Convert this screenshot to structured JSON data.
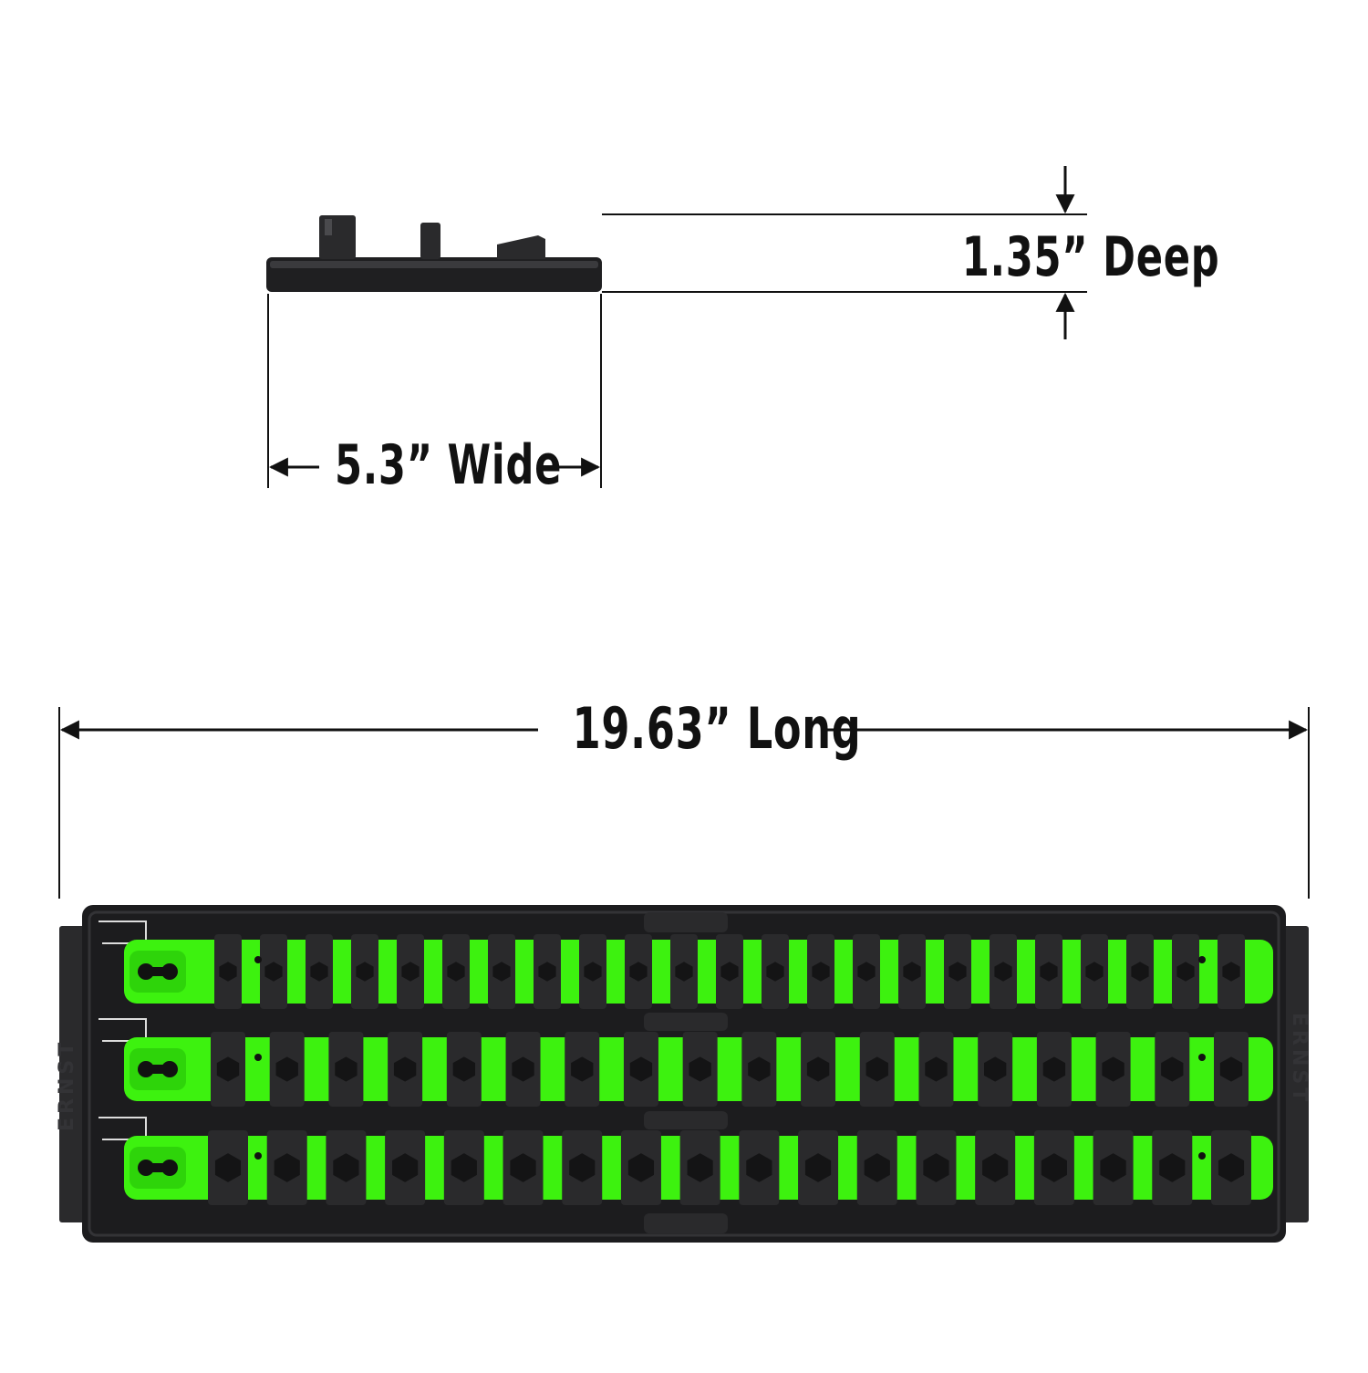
{
  "dimensions": {
    "depth": {
      "label": "1.35” Deep"
    },
    "width": {
      "label": "5.3” Wide"
    },
    "length": {
      "label": "19.63” Long"
    }
  },
  "product": {
    "brand_marking": "ERNST",
    "rail_count": 3,
    "colors": {
      "rail": "#3df20f",
      "tray": "#1c1c1e",
      "clip": "#2a2a2c",
      "dimension_line": "#111111"
    }
  }
}
